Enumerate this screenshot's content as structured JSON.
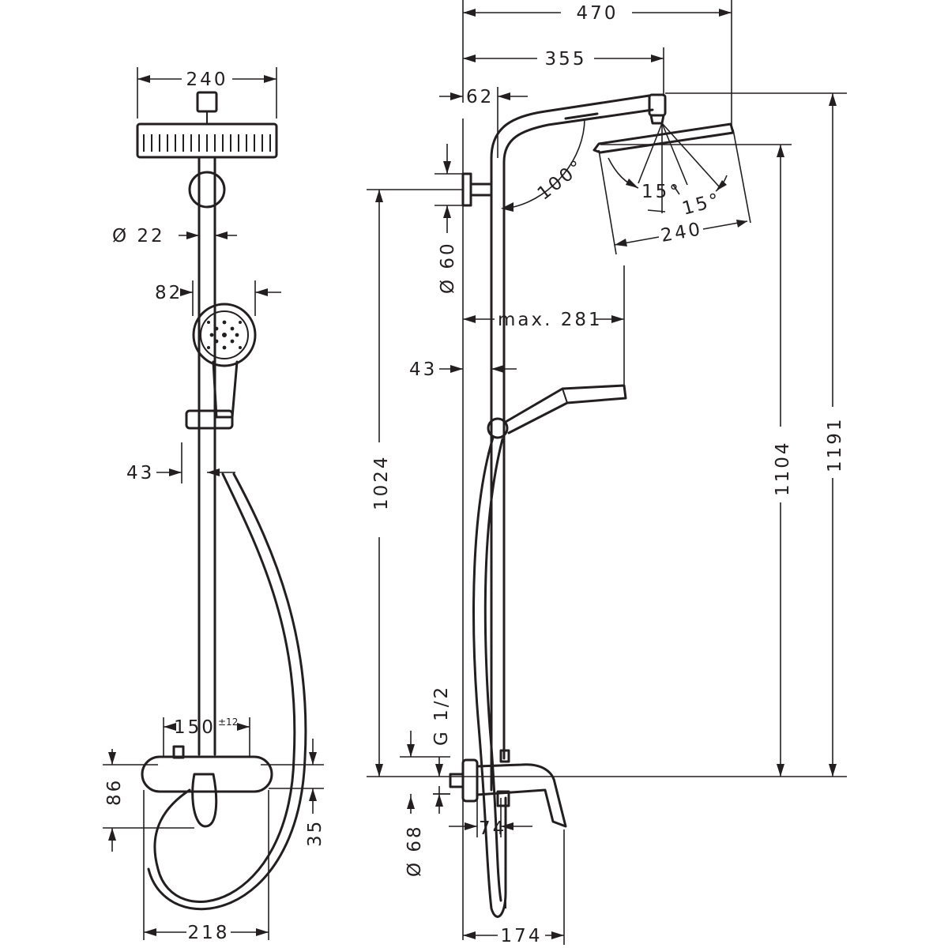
{
  "dimensions": {
    "front": {
      "head_width": "240",
      "bar_diameter": "Ø 22",
      "hand_shower_width": "82",
      "holder_offset": "43",
      "mixer_centers": "150",
      "mixer_centers_tolerance": "±12",
      "mixer_height": "86",
      "mixer_offset": "35",
      "hose_width": "218"
    },
    "side": {
      "total_projection": "470",
      "arm_projection": "355",
      "wall_offset": "62",
      "bracket_diameter": "Ø 60",
      "arm_angle": "100°",
      "tilt_left": "15°",
      "tilt_right": "15°",
      "head_width": "240",
      "hand_shower_reach": "max. 281",
      "bar_offset": "43",
      "height_to_bracket": "1024",
      "height_to_head": "1104",
      "total_height": "1191",
      "thread": "G 1/2",
      "rosette_diameter": "Ø 68",
      "mixer_depth": "74",
      "mixer_projection": "174"
    }
  }
}
